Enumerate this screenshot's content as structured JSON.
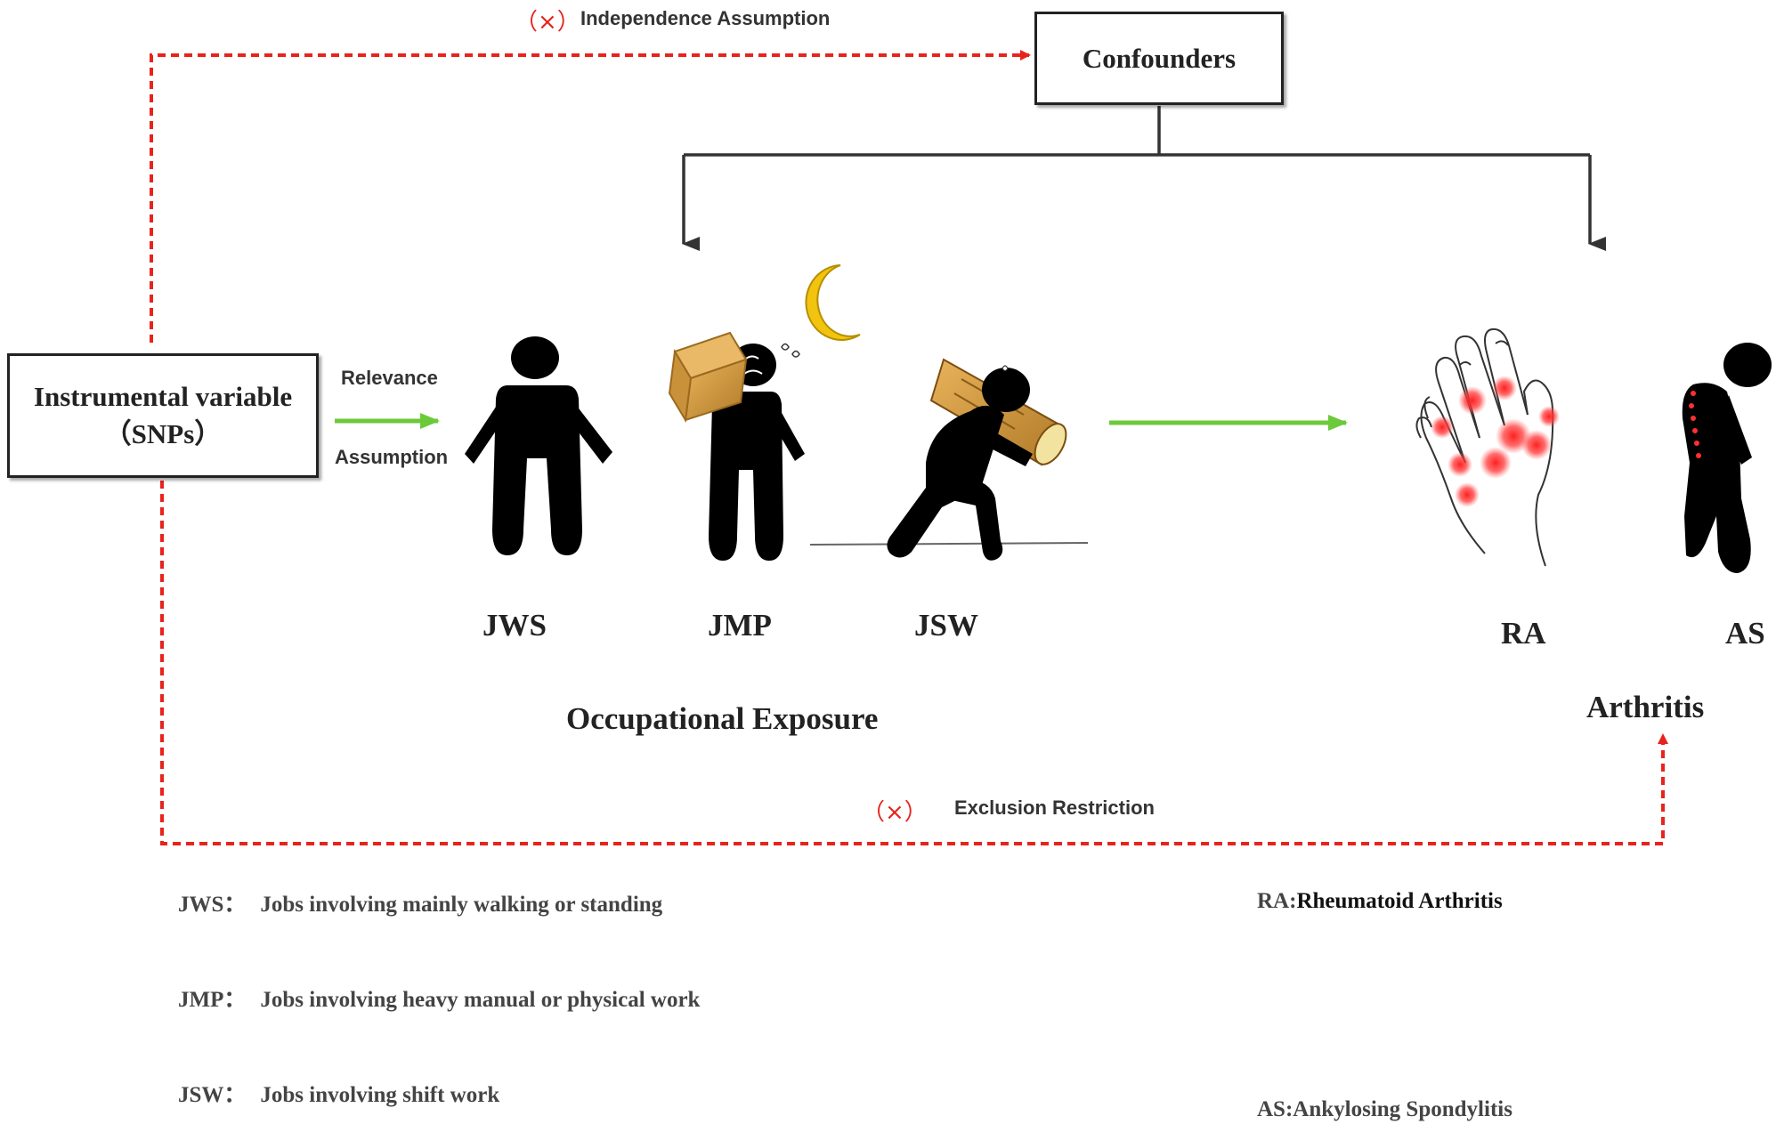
{
  "confounders": {
    "label": "Confounders"
  },
  "instrumental_variable": {
    "line1": "Instrumental variable",
    "line2": "（SNPs）"
  },
  "independence": {
    "mark": "（×）",
    "label": "Independence Assumption"
  },
  "relevance": {
    "line1": "Relevance",
    "line2": "Assumption"
  },
  "exclusion": {
    "mark": "（×）",
    "label": "Exclusion Restriction"
  },
  "exposures": [
    {
      "abbr": "JWS",
      "icon": "standing-person-icon"
    },
    {
      "abbr": "JMP",
      "icon": "person-carrying-box-icon"
    },
    {
      "abbr": "JSW",
      "icon": "person-carrying-log-icon"
    }
  ],
  "exposure_group": "Occupational Exposure",
  "outcomes": [
    {
      "abbr": "RA",
      "icon": "arthritic-hand-icon"
    },
    {
      "abbr": "AS",
      "icon": "hunched-spine-icon"
    }
  ],
  "outcome_group": "Arthritis",
  "definitions_left": [
    {
      "abbr": "JWS：",
      "text": "Jobs involving mainly walking or standing"
    },
    {
      "abbr": "JMP：",
      "text": "Jobs involving heavy manual or physical work"
    },
    {
      "abbr": "JSW：",
      "text": "Jobs involving shift work"
    }
  ],
  "definitions_right": [
    {
      "abbr": "RA:",
      "text": "Rheumatoid Arthritis"
    },
    {
      "abbr": "AS:",
      "text": "Ankylosing Spondylitis"
    }
  ],
  "colors": {
    "red_dashed": "#e8231c",
    "green_arrow": "#6cc93a",
    "dark_line": "#333333",
    "figure": "#000000",
    "box_wood": "#d9a441",
    "moon": "#f2c40f",
    "inflammation": "#ff3030"
  }
}
